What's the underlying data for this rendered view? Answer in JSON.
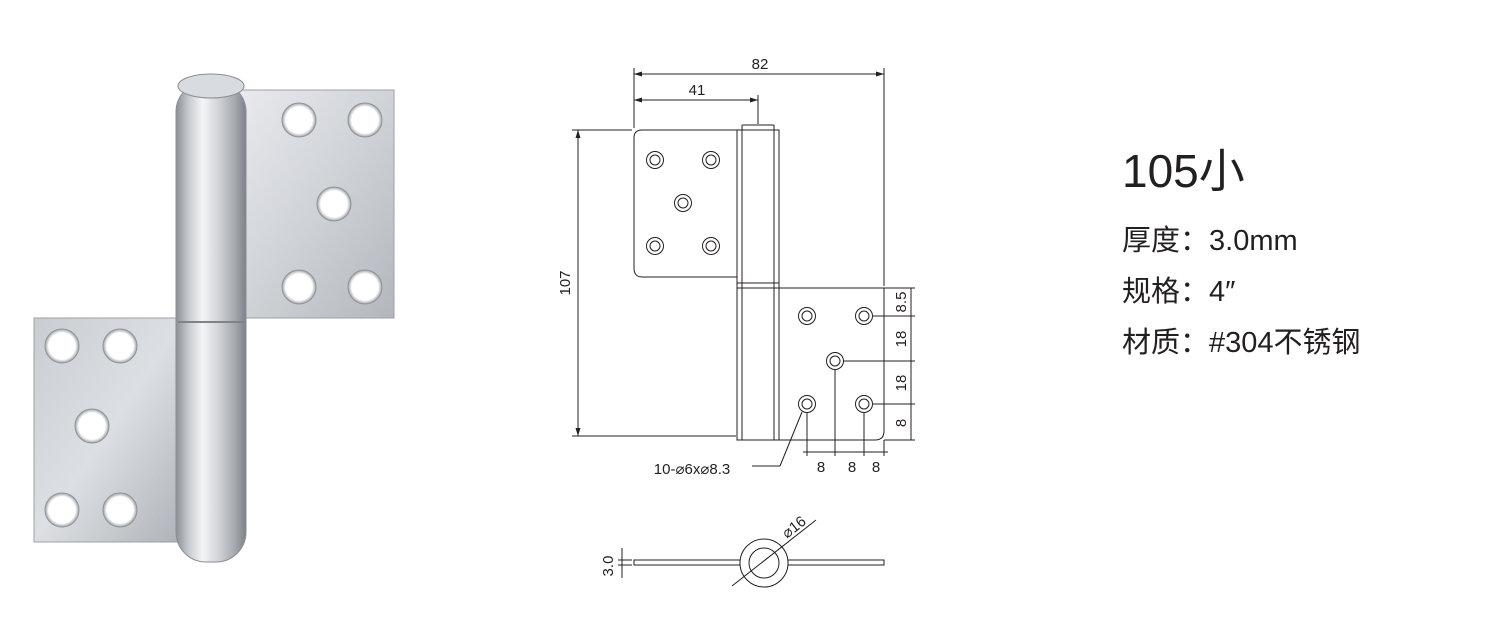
{
  "product": {
    "model": "105小",
    "specs": [
      {
        "label": "厚度：",
        "value": "3.0mm"
      },
      {
        "label": "规格：",
        "value": "4″"
      },
      {
        "label": "材质：",
        "value": "#304不锈钢"
      }
    ]
  },
  "drawing": {
    "dims": {
      "overall_width": "82",
      "half_width": "41",
      "height": "107",
      "top_offset": "8.5",
      "hole_pitch_1": "18",
      "hole_pitch_2": "18",
      "bottom_offset": "8",
      "h_offset_1": "8",
      "h_offset_2": "8",
      "h_offset_3": "8",
      "hole_callout": "10-⌀6x⌀8.3",
      "knuckle_diameter": "⌀16",
      "thickness": "3.0"
    }
  },
  "colors": {
    "line": "#231f20",
    "steel_light": "#e4e6ea",
    "steel_mid": "#b5b9bf",
    "steel_dark": "#8a8f96"
  }
}
